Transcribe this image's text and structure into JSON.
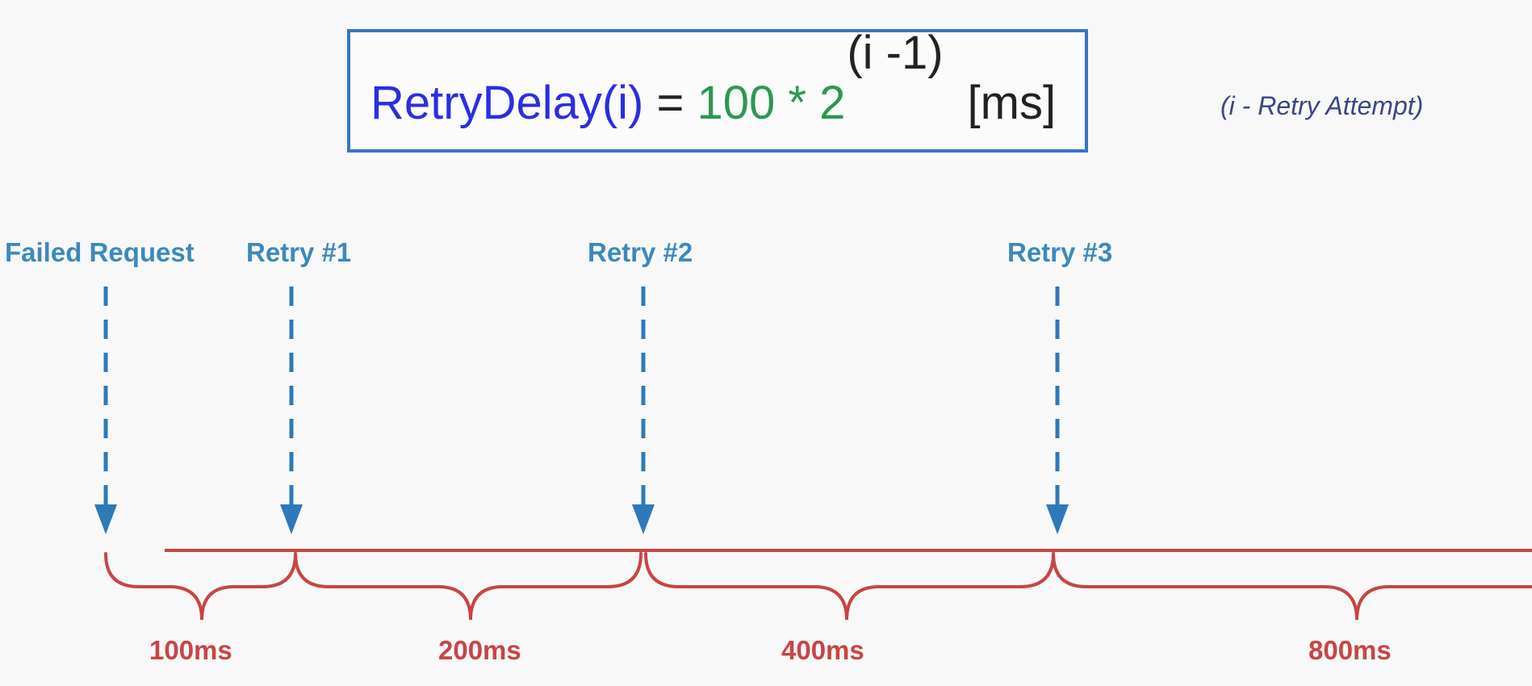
{
  "formula": {
    "function": "RetryDelay(i)",
    "equals": "=",
    "coefficient": "100 * 2",
    "exponent": "(i -1)",
    "unit": "[ms]"
  },
  "note": "(i - Retry Attempt)",
  "events": [
    {
      "label": "Failed Request"
    },
    {
      "label": "Retry #1"
    },
    {
      "label": "Retry #2"
    },
    {
      "label": "Retry #3"
    }
  ],
  "intervals": [
    {
      "label": "100ms"
    },
    {
      "label": "200ms"
    },
    {
      "label": "400ms"
    },
    {
      "label": "800ms"
    }
  ],
  "colors": {
    "arrow": "#2f79b8",
    "event_label": "#3d89bb",
    "timeline": "#c94444",
    "formula_border": "#3a73c9",
    "formula_function": "#2b2ee0",
    "formula_coefficient": "#2e9654",
    "note": "#3c4683"
  }
}
